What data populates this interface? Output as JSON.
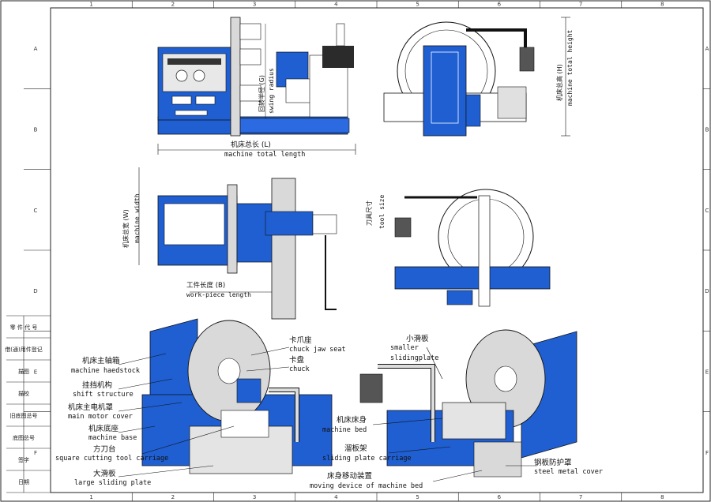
{
  "frame": {
    "col_labels": [
      "1",
      "2",
      "3",
      "4",
      "5",
      "6",
      "7",
      "8"
    ],
    "row_labels": [
      "A",
      "B",
      "C",
      "D",
      "E",
      "F"
    ],
    "title_block": [
      "零 件 代 号",
      "借(通)用件登记",
      "描图",
      "描校",
      "旧底图总号",
      "底图总号",
      "签字",
      "日期"
    ]
  },
  "dimensions": {
    "total_length_cn": "机床总长 (L)",
    "total_length_en": "machine total length",
    "swing_cn": "回转半径 (G)",
    "swing_en": "swing radius",
    "total_height_cn": "机床总高 (H)",
    "total_height_en": "machine total height",
    "width_cn": "机床总宽 (W)",
    "width_en": "machine width",
    "workpiece_cn": "工件长度 (B)",
    "workpiece_en": "work-piece length",
    "tool_cn": "刀具尺寸",
    "tool_en": "tool size"
  },
  "labels_left": [
    {
      "cn": "机床主轴箱",
      "en": "machine haedstock"
    },
    {
      "cn": "挂挡机构",
      "en": "shift structure"
    },
    {
      "cn": "机床主电机罩",
      "en": "main motor cover"
    },
    {
      "cn": "机床底座",
      "en": "machine base"
    },
    {
      "cn": "方刀台",
      "en": "square cutting tool carriage"
    },
    {
      "cn": "大滑板",
      "en": "large sliding plate"
    }
  ],
  "labels_mid": [
    {
      "cn": "卡爪座",
      "en": "chuck jaw seat"
    },
    {
      "cn": "卡盘",
      "en": "chuck"
    }
  ],
  "labels_right": [
    {
      "cn": "小滑板",
      "en": "smaller"
    },
    {
      "cn": "",
      "en": "slidingplate"
    },
    {
      "cn": "机床床身",
      "en": "machine bed"
    },
    {
      "cn": "溜板架",
      "en": "sliding plate carriage"
    },
    {
      "cn": "床身移动装置",
      "en": "moving device of machine bed"
    },
    {
      "cn": "钢板防护罩",
      "en": "steel metal cover"
    }
  ],
  "colors": {
    "blue": "#1f5fd1",
    "light": "#d9d9d9",
    "line": "#111111"
  }
}
